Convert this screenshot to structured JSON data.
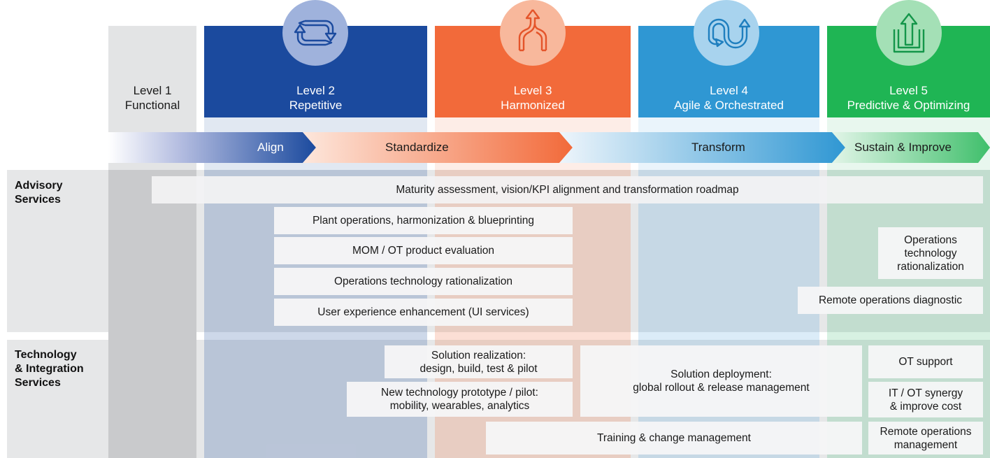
{
  "levels": [
    {
      "num": "Level 1",
      "name": "Functional",
      "color": "#e6e7e8",
      "icon": null
    },
    {
      "num": "Level 2",
      "name": "Repetitive",
      "color": "#1b4a9e",
      "icon": "cycle-arrows-icon"
    },
    {
      "num": "Level 3",
      "name": "Harmonized",
      "color": "#f26a3a",
      "icon": "merging-arrows-icon"
    },
    {
      "num": "Level 4",
      "name": "Agile & Orchestrated",
      "color": "#2f97d3",
      "icon": "loop-arrows-icon"
    },
    {
      "num": "Level 5",
      "name": "Predictive & Optimizing",
      "color": "#1fb554",
      "icon": "upload-arrow-icon"
    }
  ],
  "phases": {
    "align": "Align",
    "standardize": "Standardize",
    "transform": "Transform",
    "sustain": "Sustain & Improve"
  },
  "rows": {
    "advisory": "Advisory\nServices",
    "tech": "Technology\n& Integration\nServices"
  },
  "advisory_services": {
    "maturity": "Maturity assessment, vision/KPI alignment and transformation roadmap",
    "plant_ops": "Plant operations, harmonization & blueprinting",
    "mom_ot": "MOM / OT product evaluation",
    "ops_tech": "Operations technology rationalization",
    "ux": "User experience enhancement (UI services)",
    "ops_tech_l5": "Operations\ntechnology\nrationalization",
    "remote_diag": "Remote operations diagnostic"
  },
  "tech_services": {
    "solution_realization": "Solution realization:\ndesign, build, test & pilot",
    "new_tech": "New technology prototype / pilot:\nmobility, wearables, analytics",
    "deployment": "Solution deployment:\nglobal rollout & release management",
    "training": "Training & change management",
    "ot_support": "OT support",
    "it_ot": "IT / OT synergy\n& improve cost",
    "remote_mgmt": "Remote operations\nmanagement"
  }
}
